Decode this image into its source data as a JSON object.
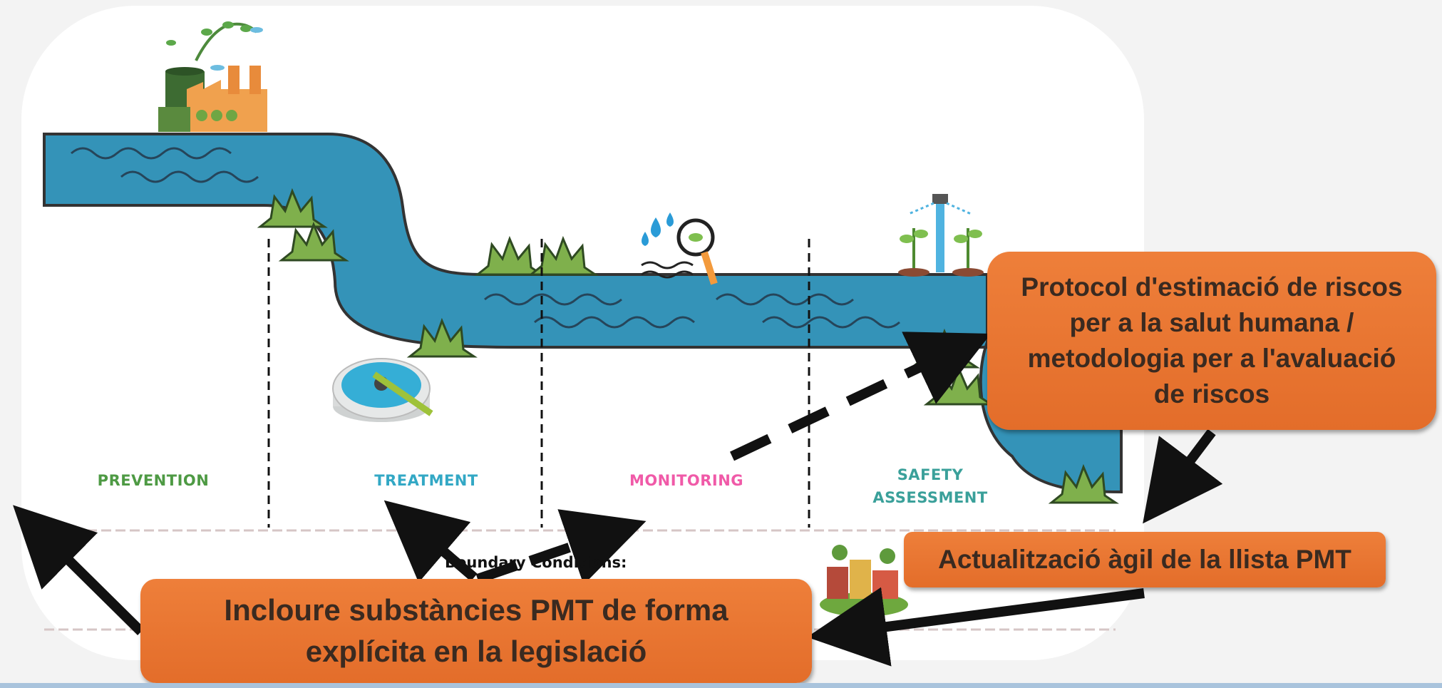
{
  "stages": [
    {
      "id": "prevention",
      "label": "PREVENTION",
      "color": "#4e9a44"
    },
    {
      "id": "treatment",
      "label": "TREATMENT",
      "color": "#33a8c5"
    },
    {
      "id": "monitoring",
      "label": "MONITORING",
      "color": "#f05aa8"
    },
    {
      "id": "safety",
      "label": "SAFETY\nASSESSMENT",
      "color": "#3aa09a"
    }
  ],
  "boundary_label": "Boundary Conditions:",
  "callouts": {
    "protocol": "Protocol d'estimació de riscos per a la salut humana / metodologia per a l'avaluació de riscos",
    "update": "Actualització àgil de la llista PMT",
    "legislation": "Incloure substàncies PMT de forma explícita en la legislació"
  },
  "colors": {
    "river": "#3493b8",
    "callout": "#e8742f",
    "plant": "#7fb04c"
  },
  "icons": [
    "factory-icon",
    "filter-tank-icon",
    "water-test-icon",
    "irrigation-icon",
    "town-icon"
  ]
}
